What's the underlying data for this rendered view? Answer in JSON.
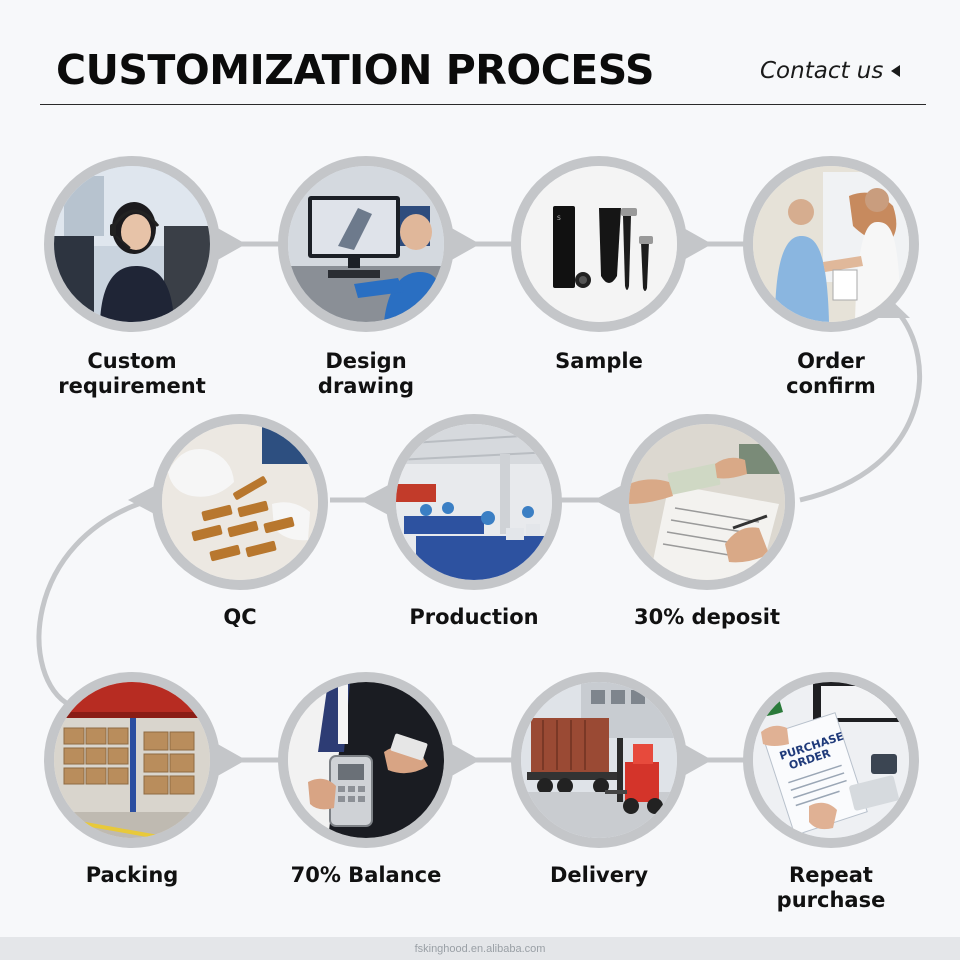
{
  "header": {
    "title": "CUSTOMIZATION PROCESS",
    "contact_label": "Contact us"
  },
  "steps": [
    {
      "id": 1,
      "label": "Custom\nrequirement",
      "icon": "customer-service-icon"
    },
    {
      "id": 2,
      "label": "Design\ndrawing",
      "icon": "cad-design-icon"
    },
    {
      "id": 3,
      "label": "Sample",
      "icon": "sample-product-icon"
    },
    {
      "id": 4,
      "label": "Order\nconfirm",
      "icon": "handshake-icon"
    },
    {
      "id": 5,
      "label": "30% deposit",
      "icon": "deposit-payment-icon"
    },
    {
      "id": 6,
      "label": "Production",
      "icon": "factory-icon"
    },
    {
      "id": 7,
      "label": "QC",
      "icon": "quality-check-icon"
    },
    {
      "id": 8,
      "label": "Packing",
      "icon": "warehouse-icon"
    },
    {
      "id": 9,
      "label": "70% Balance",
      "icon": "card-payment-icon"
    },
    {
      "id": 10,
      "label": "Delivery",
      "icon": "truck-icon"
    },
    {
      "id": 11,
      "label": "Repeat\npurchase",
      "icon": "purchase-order-icon"
    }
  ],
  "footer": {
    "watermark": "fskinghood.en.alibaba.com"
  },
  "colors": {
    "ring": "#c4c6c9",
    "connector": "#c4c6c9",
    "text": "#111111",
    "background": "#f7f8fa"
  }
}
